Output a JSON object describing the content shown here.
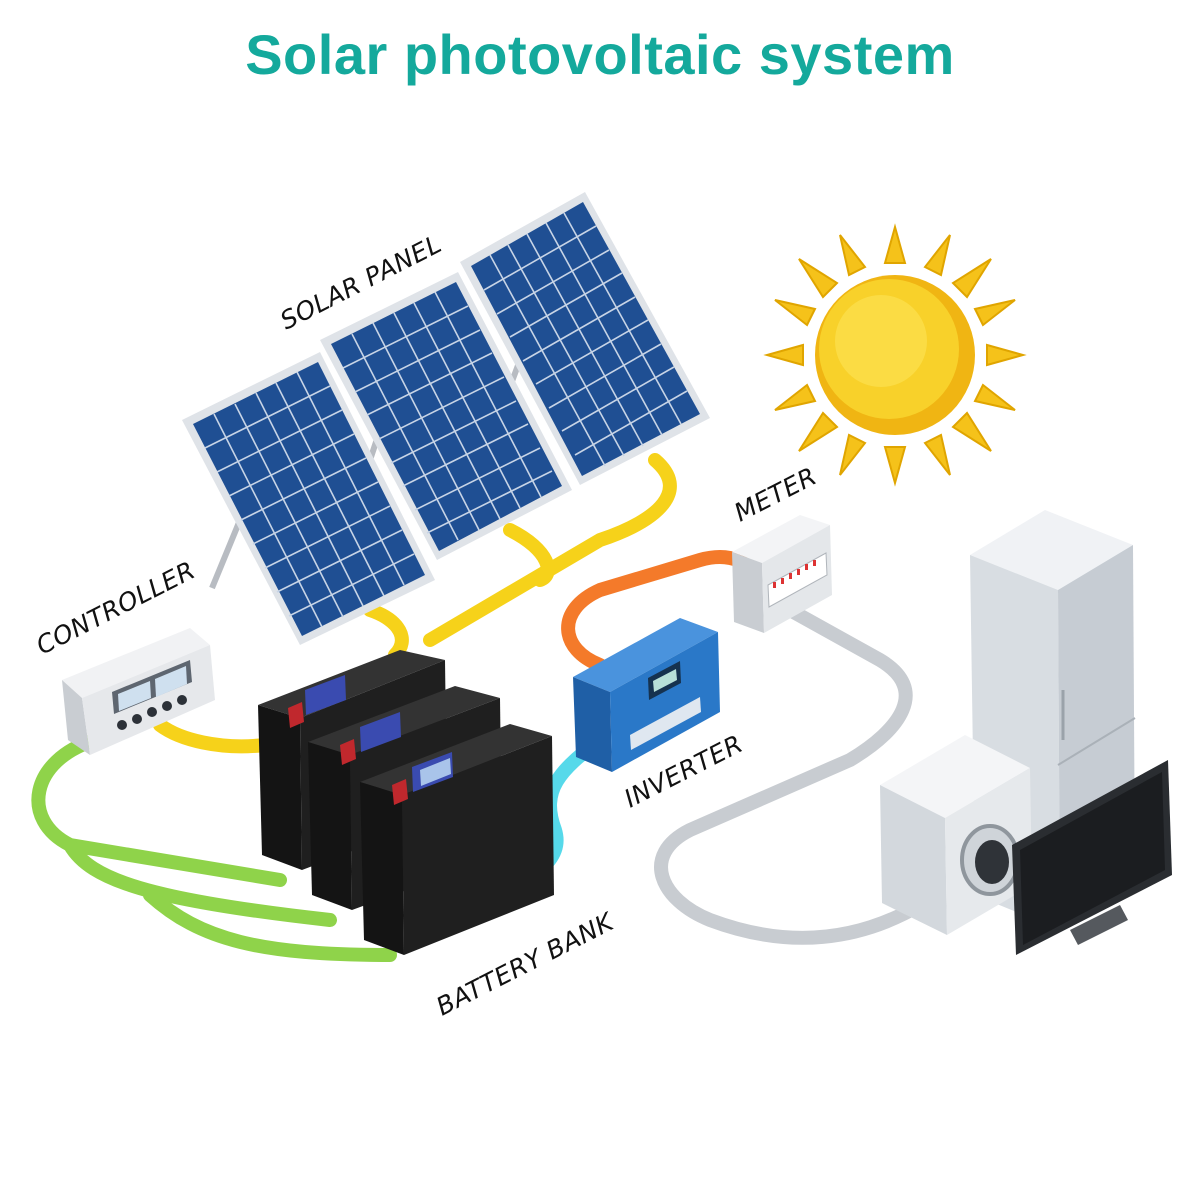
{
  "title": "Solar photovoltaic system",
  "labels": {
    "solar_panel": "SOLAR PANEL",
    "controller": "CONTROLLER",
    "meter": "METER",
    "inverter": "INVERTER",
    "battery_bank": "BATTERY BANK"
  },
  "colors": {
    "title": "#14a99c",
    "panel_cell": "#1f4f93",
    "panel_frame": "#d9dde3",
    "sun": "#f5c21a",
    "wire_panels": "#f6d21a",
    "wire_battery_ground": "#8fd34a",
    "wire_inverter": "#56d9ea",
    "wire_meter": "#f47a2a",
    "wire_load": "#c8ccd1",
    "battery": "#1a1a1a",
    "inverter": "#2a78c8"
  },
  "icons": {
    "sun": "sun-icon",
    "panel": "solar-panel-icon",
    "controller": "charge-controller-icon",
    "battery": "battery-icon",
    "inverter": "inverter-icon",
    "meter": "meter-box-icon",
    "fridge": "fridge-icon",
    "washer": "washing-machine-icon",
    "tv": "tv-icon"
  }
}
